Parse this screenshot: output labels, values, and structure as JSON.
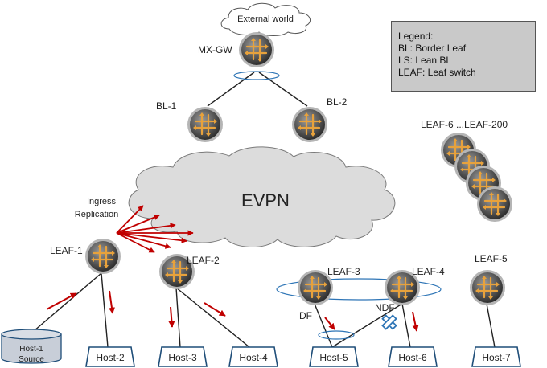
{
  "external_label": "External world",
  "evpn_label": "EVPN",
  "ingress_label_line1": "Ingress",
  "ingress_label_line2": "Replication",
  "routers": {
    "mxgw": "MX-GW",
    "bl1": "BL-1",
    "bl2": "BL-2",
    "leaf_group": "LEAF-6 ...LEAF-200",
    "leaf1": "LEAF-1",
    "leaf2": "LEAF-2",
    "leaf3": "LEAF-3",
    "leaf4": "LEAF-4",
    "leaf5": "LEAF-5"
  },
  "roles": {
    "df": "DF",
    "ndf": "NDF"
  },
  "hosts": {
    "host1_line1": "Host-1",
    "host1_line2": "Source",
    "host2": "Host-2",
    "host3": "Host-3",
    "host4": "Host-4",
    "host5": "Host-5",
    "host6": "Host-6",
    "host7": "Host-7"
  },
  "legend": {
    "title": "Legend:",
    "items": [
      "BL: Border Leaf",
      "LS: Lean BL",
      "LEAF: Leaf switch"
    ]
  },
  "colors": {
    "arrow": "#c00000",
    "router_arrow": "#e8a23c",
    "host_border": "#1f4e79",
    "lag_ring": "#2e75b6",
    "cloud_fill": "#dcdcdc"
  }
}
